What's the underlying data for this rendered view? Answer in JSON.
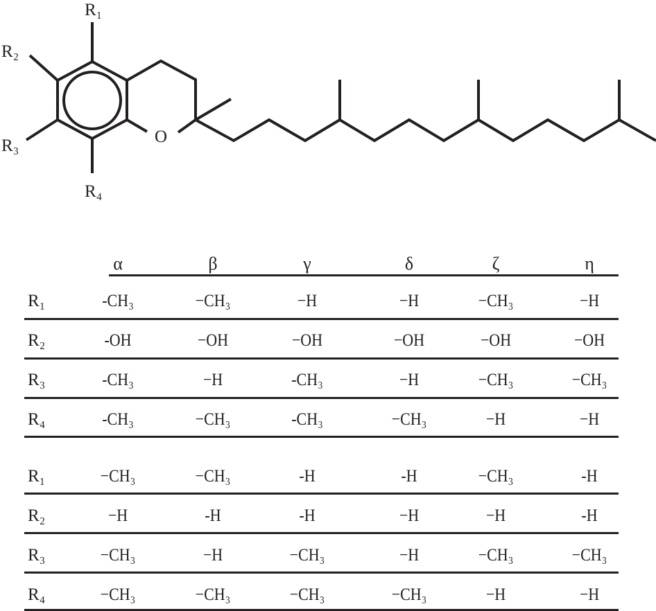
{
  "structure": {
    "substituents": [
      "R₁",
      "R₂",
      "R₃",
      "R₄"
    ],
    "ring_oxygen": "O"
  },
  "table": {
    "columns": [
      "α",
      "β",
      "γ",
      "δ",
      "ζ",
      "η"
    ],
    "blocks": [
      {
        "rows": [
          {
            "label": "R₁",
            "values": [
              "-CH₃",
              "−CH₃",
              "−H",
              "−H",
              "−CH₃",
              "−H"
            ]
          },
          {
            "label": "R₂",
            "values": [
              "-OH",
              "−OH",
              "−OH",
              "−OH",
              "−OH",
              "−OH"
            ]
          },
          {
            "label": "R₃",
            "values": [
              "-CH₃",
              "−H",
              "-CH₃",
              "−H",
              "−CH₃",
              "−CH₃"
            ]
          },
          {
            "label": "R₄",
            "values": [
              "-CH₃",
              "−CH₃",
              "-CH₃",
              "−CH₃",
              "−H",
              "−H"
            ]
          }
        ]
      },
      {
        "rows": [
          {
            "label": "R₁",
            "values": [
              "−CH₃",
              "−CH₃",
              "-H",
              "-H",
              "−CH₃",
              "-H"
            ]
          },
          {
            "label": "R₂",
            "values": [
              "−H",
              "-H",
              "-H",
              "−H",
              "−H",
              "-H"
            ]
          },
          {
            "label": "R₃",
            "values": [
              "−CH₃",
              "−H",
              "−CH₃",
              "−H",
              "−CH₃",
              "−CH₃"
            ]
          },
          {
            "label": "R₄",
            "values": [
              "−CH₃",
              "−CH₃",
              "−CH₃",
              "−CH₃",
              "−H",
              "−H"
            ]
          }
        ]
      }
    ]
  }
}
